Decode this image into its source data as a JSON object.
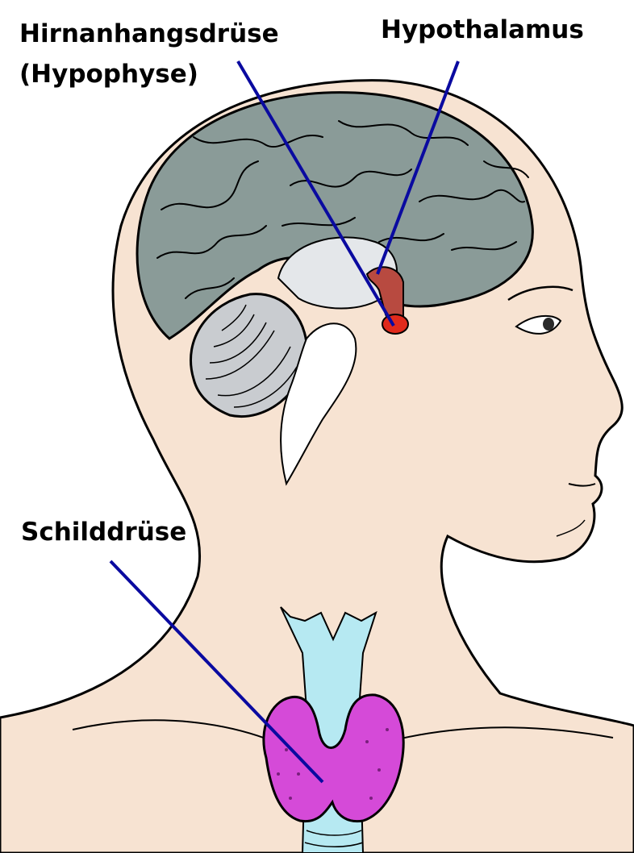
{
  "labels": {
    "pituitary_line1": "Hirnanhangsdrüse",
    "pituitary_line2": "(Hypophyse)",
    "hypothalamus": "Hypothalamus",
    "thyroid": "Schilddrüse"
  },
  "colors": {
    "skin": "#f7e3d2",
    "brain": "#8a9b98",
    "cerebellum": "#c9ccd0",
    "inner_brain": "#e4e7ea",
    "hypothalamus": "#b84a40",
    "pituitary": "#e12a1c",
    "trachea": "#b6e9f2",
    "thyroid": "#d54ad8",
    "pointer_line": "#0a0aa0",
    "outline": "#000000"
  }
}
